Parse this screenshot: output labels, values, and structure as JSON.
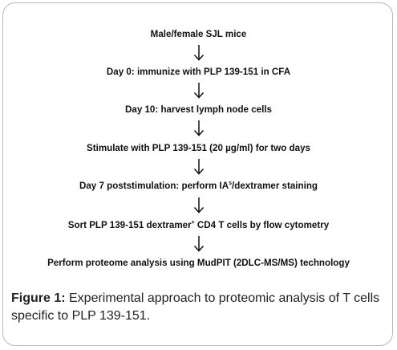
{
  "steps": [
    {
      "text": "Male/female SJL mice"
    },
    {
      "text": "Day 0: immunize with PLP 139-151 in CFA"
    },
    {
      "text": "Day 10: harvest lymph node cells"
    },
    {
      "text": "Stimulate with PLP 139-151 (20 µg/ml) for two days"
    },
    {
      "pre": "Day 7 poststimulation: perform IA",
      "sup": "s",
      "post": "/dextramer staining"
    },
    {
      "pre": "Sort PLP 139-151 dextramer",
      "sup": "+",
      "post": " CD4 T cells by flow cytometry"
    },
    {
      "text": "Perform proteome analysis using MudPIT (2DLC-MS/MS) technology"
    }
  ],
  "caption": {
    "label": "Figure 1:",
    "text": " Experimental approach to proteomic analysis of T cells specific to PLP 139-151."
  }
}
